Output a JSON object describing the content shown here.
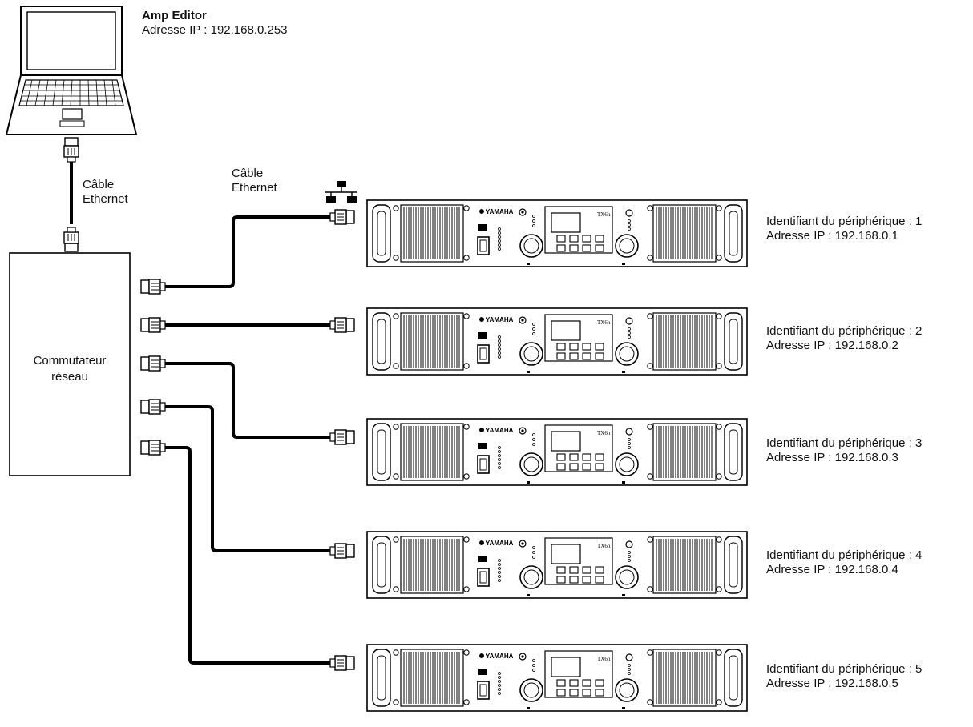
{
  "computer": {
    "name": "Amp Editor",
    "ip_line": "Adresse IP : 192.168.0.253"
  },
  "cable_label_1": [
    "Câble",
    "Ethernet"
  ],
  "cable_label_2": [
    "Câble",
    "Ethernet"
  ],
  "switch_label": [
    "Commutateur",
    "réseau"
  ],
  "brand": "YAMAHA",
  "model": "TX6n",
  "devices": [
    {
      "id_line": "Identifiant du périphérique : 1",
      "ip_line": "Adresse IP : 192.168.0.1"
    },
    {
      "id_line": "Identifiant du périphérique : 2",
      "ip_line": "Adresse IP : 192.168.0.2"
    },
    {
      "id_line": "Identifiant du périphérique : 3",
      "ip_line": "Adresse IP : 192.168.0.3"
    },
    {
      "id_line": "Identifiant du périphérique : 4",
      "ip_line": "Adresse IP : 192.168.0.4"
    },
    {
      "id_line": "Identifiant du périphérique : 5",
      "ip_line": "Adresse IP : 192.168.0.5"
    }
  ]
}
